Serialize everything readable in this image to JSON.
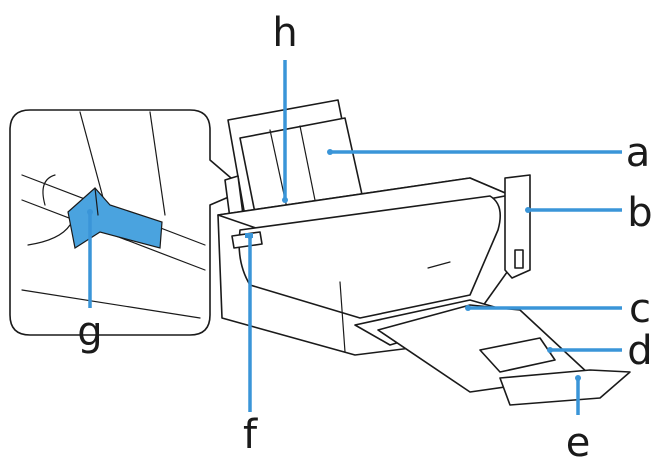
{
  "figure": {
    "callouts": {
      "a": "a",
      "b": "b",
      "c": "c",
      "d": "d",
      "e": "e",
      "f": "f",
      "g": "g",
      "h": "h"
    }
  },
  "colors": {
    "accent": "#3a95d8",
    "highlight": "#4aa3df",
    "line": "#1a1a1a"
  }
}
